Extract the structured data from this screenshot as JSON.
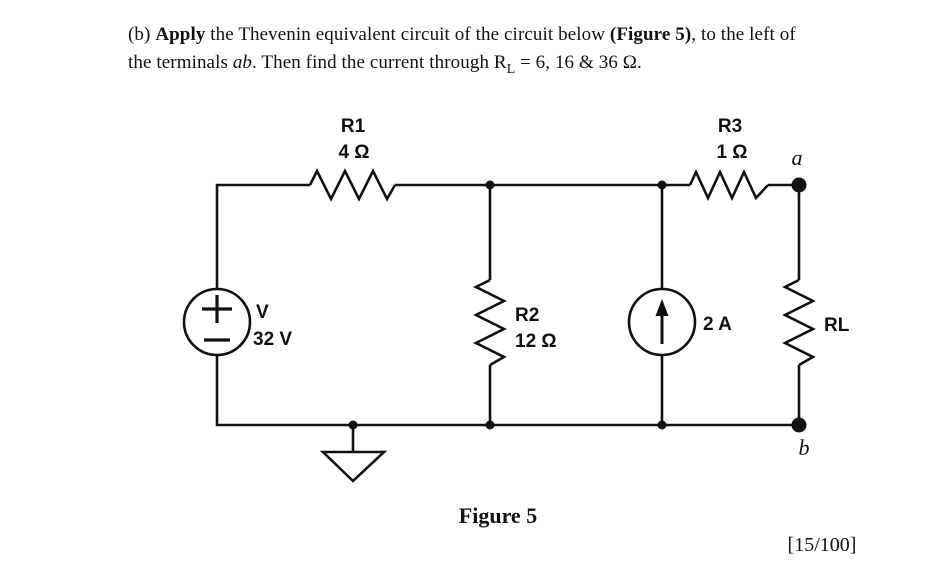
{
  "colors": {
    "ink": "#111111",
    "paper": "#ffffff"
  },
  "problem": {
    "line1": {
      "t1": "(b) ",
      "t2": "Apply",
      "t3": " the Thevenin equivalent circuit of the circuit below ",
      "t4": "(Figure 5)",
      "t5": ", to the left of"
    },
    "line2": {
      "t1": "the terminals ",
      "t2": "ab",
      "t3": ". Then find the current through R",
      "t4": "L",
      "t5": " = 6, 16 & 36 Ω."
    }
  },
  "circuit": {
    "r1": {
      "label": "R1",
      "value": "4 Ω"
    },
    "r2": {
      "label": "R2",
      "value": "12 Ω"
    },
    "r3": {
      "label": "R3",
      "value": "1 Ω"
    },
    "rl": {
      "label": "RL"
    },
    "vsource": {
      "label": "V",
      "value": "32 V"
    },
    "isource": {
      "value": "2 A"
    },
    "terminal_a": "a",
    "terminal_b": "b"
  },
  "caption": "Figure 5",
  "marks": "[15/100]"
}
